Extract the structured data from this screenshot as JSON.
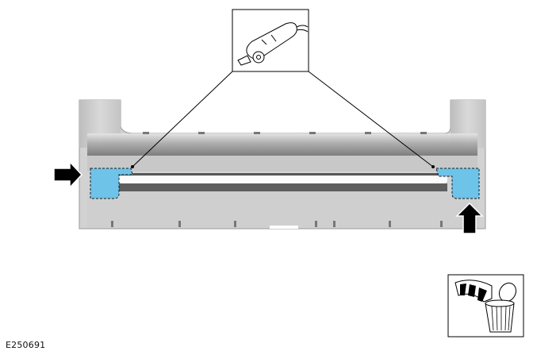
{
  "figure": {
    "id_label": "E250691",
    "type": "service-procedure-illustration",
    "subject": "bumper-cover-panel",
    "colors": {
      "panel_light": "#d4d4d4",
      "panel_mid": "#b0b0b0",
      "panel_dark": "#5a5a5a",
      "highlight_area": "#6ec3e8",
      "arrow": "#000000",
      "leader_line": "#000000"
    }
  },
  "callouts": {
    "tool_icon": "cutting-tool-icon",
    "disposal_icon": "discard-bin-icon",
    "arrows": [
      "left-arrow-pointer",
      "up-arrow-pointer"
    ],
    "highlight_regions": [
      "left-cut-region",
      "right-cut-region"
    ]
  }
}
